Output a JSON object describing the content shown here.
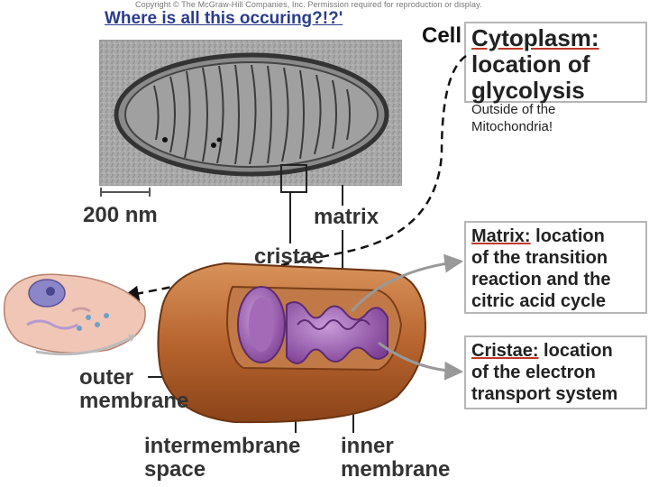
{
  "copyright": "Copyright © The McGraw-Hill Companies, Inc. Permission required for reproduction or display.",
  "title": "Where is all this occuring?!?'",
  "cell_word": "Cell",
  "cytoplasm_box": {
    "term": "Cytoplasm:",
    "line2": "location of",
    "line3": "glycolysis"
  },
  "outside_note": {
    "line1": "Outside of the",
    "line2": "Mitochondria!"
  },
  "matrix_box": {
    "term": "Matrix:",
    "rest1": " location",
    "line2": "of the transition",
    "line3": "reaction and the",
    "line4": "citric acid cycle"
  },
  "cristae_box": {
    "term": "Cristae:",
    "rest1": " location",
    "line2": "of the electron",
    "line3": "transport system"
  },
  "scale_bar": "200 nm",
  "labels": {
    "matrix": "matrix",
    "cristae": "cristae",
    "outer1": "outer",
    "outer2": "membrane",
    "inter1": "intermembrane",
    "inter2": "space",
    "inner1": "inner",
    "inner2": "membrane"
  }
}
